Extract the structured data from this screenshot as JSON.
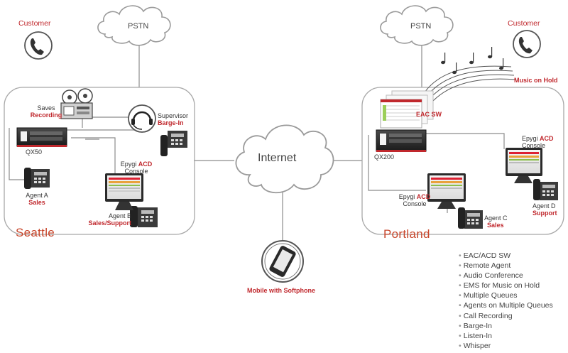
{
  "colors": {
    "accent_red": "#c0282d",
    "site_label": "#c8452a",
    "line_gray": "#888888",
    "cloud_stroke": "#9a9a9a",
    "device_dark": "#2a2a2a"
  },
  "clouds": {
    "pstn_left": "PSTN",
    "pstn_right": "PSTN",
    "internet": "Internet"
  },
  "customers": {
    "left": "Customer",
    "right": "Customer"
  },
  "music_on_hold": "Music on Hold",
  "seattle": {
    "name": "Seattle",
    "saves_recording": {
      "line1": "Saves",
      "line2": "Recording"
    },
    "device": "QX50",
    "supervisor": {
      "line1": "Supervisor",
      "line2": "Barge-In"
    },
    "acd_console": {
      "prefix": "Epygi",
      "acd": "ACD",
      "line2": "Console"
    },
    "agent_a": {
      "line1": "Agent A",
      "line2": "Sales"
    },
    "agent_b": {
      "line1": "Agent B",
      "line2": "Sales/Support"
    }
  },
  "portland": {
    "name": "Portland",
    "eac_sw": "EAC SW",
    "device": "QX200",
    "acd_console_d": {
      "prefix": "Epygi",
      "acd": "ACD",
      "line2": "Console"
    },
    "acd_console_c": {
      "prefix": "Epygi",
      "acd": "ACD",
      "line2": "Console"
    },
    "agent_c": {
      "line1": "Agent C",
      "line2": "Sales"
    },
    "agent_d": {
      "line1": "Agent D",
      "line2": "Support"
    }
  },
  "mobile": "Mobile with Softphone",
  "features": [
    "EAC/ACD SW",
    "Remote Agent",
    "Audio Conference",
    "EMS for Music on Hold",
    "Multiple Queues",
    "Agents on Multiple Queues",
    "Call Recording",
    "Barge-In",
    "Listen-In",
    "Whisper"
  ],
  "bullet": "•"
}
